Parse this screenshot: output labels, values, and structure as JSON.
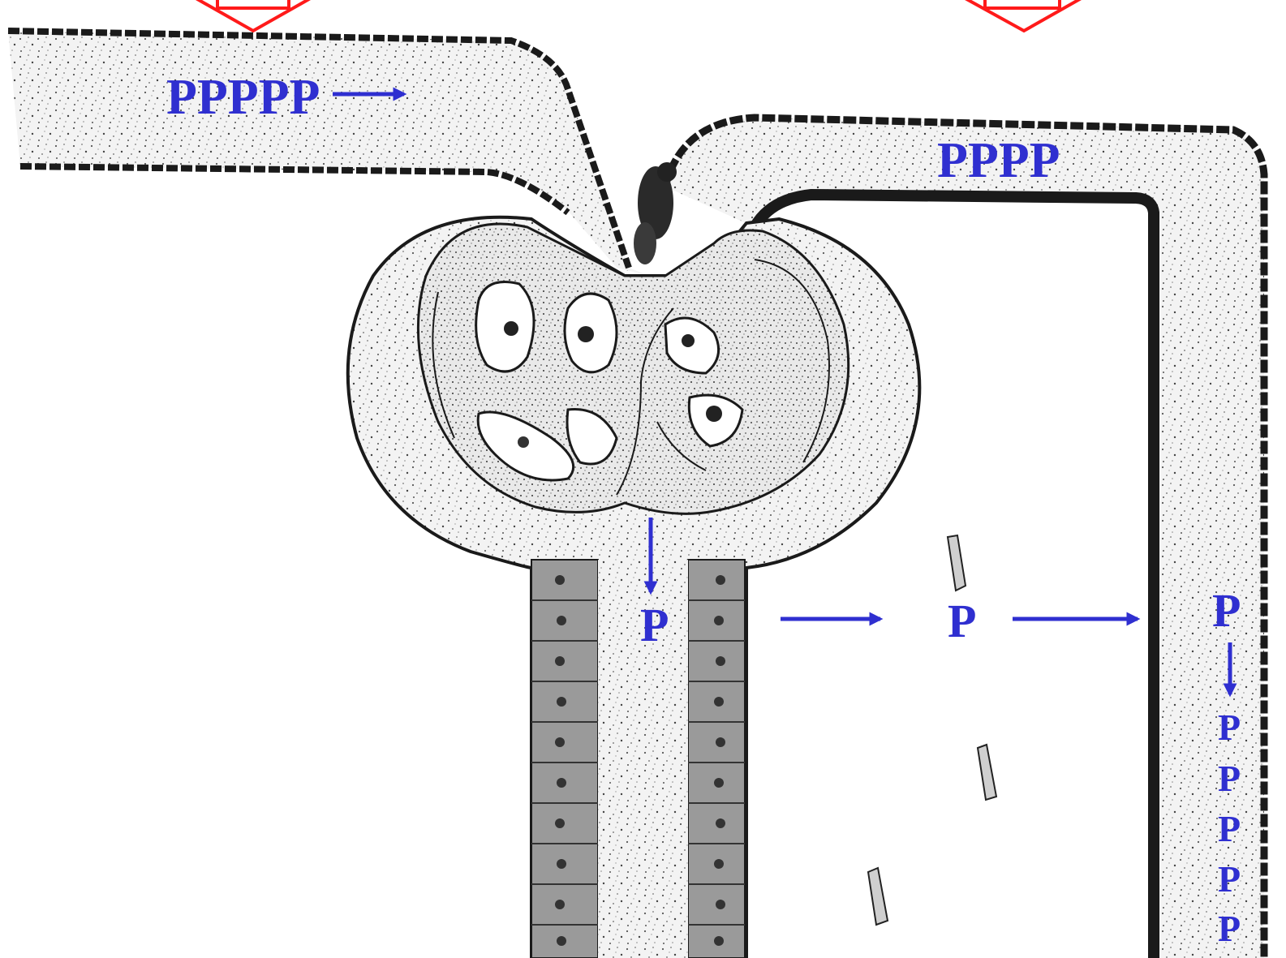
{
  "labels": {
    "afferent": "PPPPP",
    "efferent": "PPPP",
    "filtrate": "P",
    "interstitium": "P",
    "capillary_entry": "P",
    "capillary_stack": [
      "P",
      "P",
      "P",
      "P",
      "P"
    ]
  },
  "colors": {
    "label": "#2f2fd0",
    "arrow_blue": "#2f2fd0",
    "arrow_red": "#ff1a1a",
    "wall_dark": "#1a1a1a",
    "tissue_fill": "#f1f1f1",
    "cell_fill": "#9a9a9a"
  },
  "icons": {
    "inflow_arrow_left": "hollow-down-arrow",
    "inflow_arrow_right": "hollow-down-arrow",
    "flow_arrows": "blue-right-arrow"
  }
}
